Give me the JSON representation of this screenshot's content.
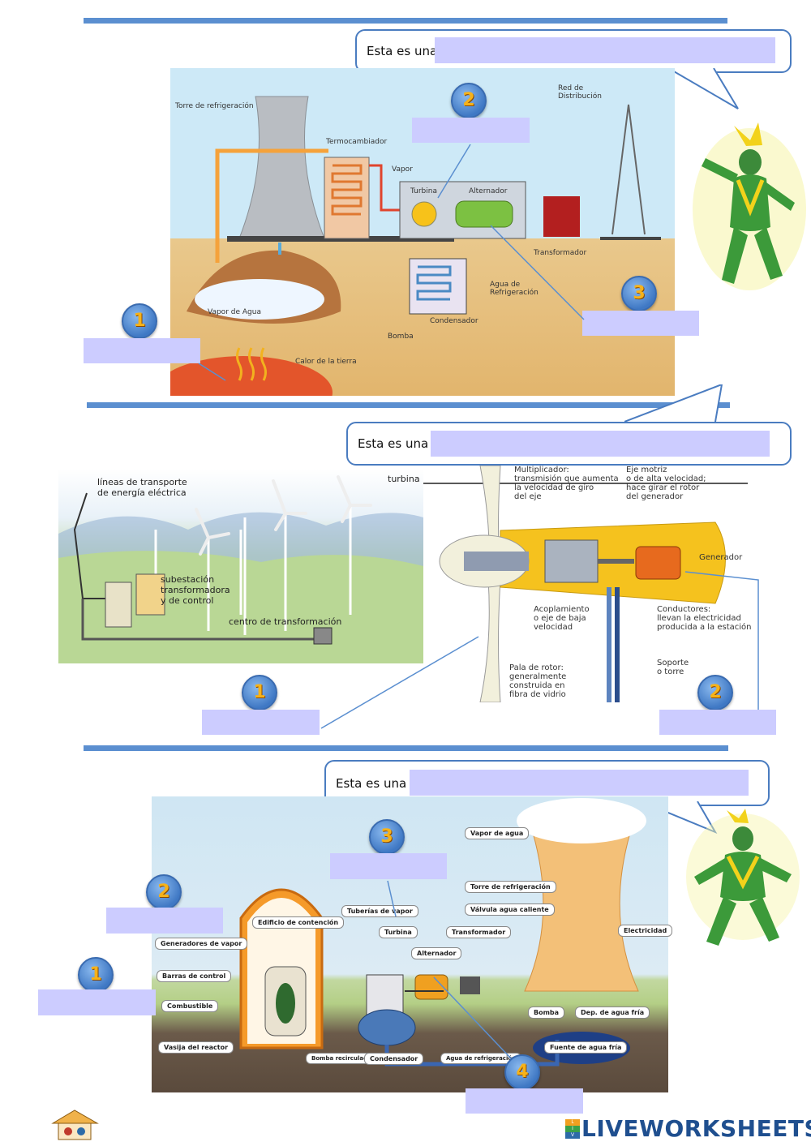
{
  "bubbles": {
    "lead": "Esta es una"
  },
  "geothermal": {
    "labels": {
      "torre": "Torre de refrigeración",
      "termocambiador": "Termocambiador",
      "vapor": "Vapor",
      "turbina": "Turbina",
      "alternador": "Alternador",
      "red": "Red de\nDistribución",
      "transformador": "Transformador",
      "agua_refrig": "Agua de\nRefrigeración",
      "condensador": "Condensador",
      "bomba": "Bomba",
      "vapor_agua": "Vapor de Agua",
      "calor": "Calor de la tierra"
    },
    "numbers": [
      "1",
      "2",
      "3"
    ]
  },
  "wind": {
    "labels": {
      "lineas": "líneas de transporte\nde energía eléctrica",
      "turbina": "turbina",
      "subestacion": "subestación\ntransformadora\ny de control",
      "centro": "centro de transformación",
      "multiplicador": "Multiplicador:\ntransmisión que aumenta\nla velocidad de giro\ndel eje",
      "eje_motriz": "Eje motriz\no de alta velocidad;\nhace girar el rotor\ndel generador",
      "generador": "Generador",
      "acoplamiento": "Acoplamiento\no eje de baja\nvelocidad",
      "conductores": "Conductores:\nllevan la electricidad\nproducida a la estación",
      "pala": "Pala de rotor:\ngeneralmente\nconstruida en\nfibra de vidrio",
      "soporte": "Soporte\no torre"
    },
    "numbers": [
      "1",
      "2"
    ]
  },
  "nuclear": {
    "tags": {
      "vapor_agua": "Vapor de agua",
      "torre": "Torre de refrigeración",
      "valvula": "Válvula agua caliente",
      "electricidad": "Electricidad",
      "edificio": "Edificio de contención",
      "tuberias": "Tuberías de vapor",
      "turbina": "Turbina",
      "transformador": "Transformador",
      "alternador": "Alternador",
      "generadores": "Generadores de vapor",
      "barras": "Barras de control",
      "combustible": "Combustible",
      "vasija": "Vasija del reactor",
      "bomba_recirc": "Bomba recirculación",
      "condensador": "Condensador",
      "agua_refrig": "Agua de refrigeración",
      "bomba": "Bomba",
      "dep_fria": "Dep. de agua fría",
      "fuente": "Fuente de agua fría"
    },
    "numbers": [
      "1",
      "2",
      "3",
      "4"
    ]
  },
  "footer": {
    "brand": "LIVEWORKSHEETS",
    "brand_side": "LIVE"
  }
}
